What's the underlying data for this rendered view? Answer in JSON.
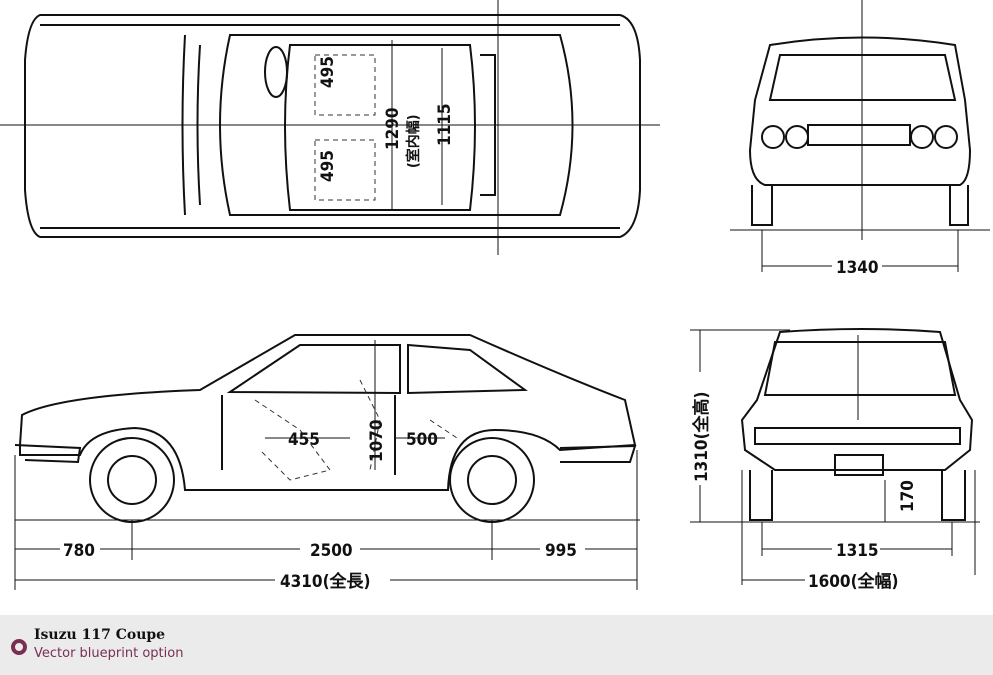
{
  "caption": {
    "title": "Isuzu 117 Coupe",
    "subtitle": "Vector blueprint option",
    "accent_color": "#7a2e54",
    "bullet_icon": "ring-bullet-icon"
  },
  "dimensions": {
    "top_view": {
      "front_seat_width": "495",
      "rear_seat_width": "495",
      "interior_width": "1290",
      "interior_width_label": "(室内幅)",
      "rear_interior_width": "1115"
    },
    "front_view": {
      "front_track": "1340"
    },
    "side_view": {
      "front_legroom": "455",
      "seat_height": "1070",
      "rear_legroom": "500",
      "front_overhang": "780",
      "wheelbase": "2500",
      "rear_overhang": "995",
      "overall_length": "4310(全長)"
    },
    "rear_view": {
      "overall_height": "1310(全高)",
      "ground_clearance": "170",
      "rear_track": "1315",
      "overall_width": "1600(全幅)"
    }
  }
}
